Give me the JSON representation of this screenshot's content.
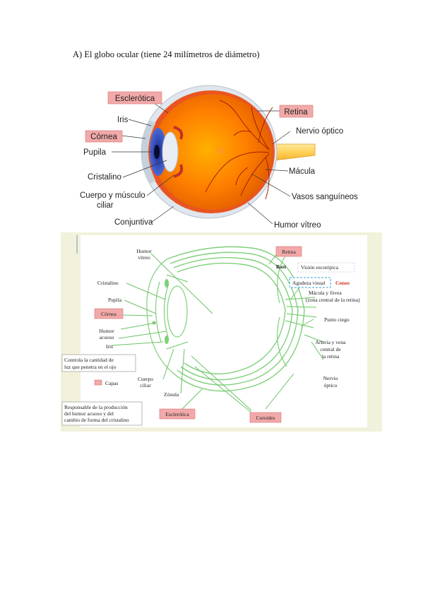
{
  "heading": "A)  El globo ocular (tiene 24 milímetros de diámetro)",
  "figure1": {
    "labels": {
      "esclerotica": "Esclerótica",
      "iris": "Iris",
      "cornea": "Córnea",
      "pupila": "Pupila",
      "cristalino": "Cristalino",
      "cuerpo_line1": "Cuerpo y músculo",
      "cuerpo_line2": "ciliar",
      "conjuntiva": "Conjuntiva",
      "retina": "Retina",
      "nervio": "Nervio óptico",
      "macula": "Mácula",
      "vasos": "Vasos sanguíneos",
      "humor": "Humor vítreo"
    },
    "colors": {
      "highlight_fill": "#f2a9a9",
      "highlight_stroke": "#d87070"
    }
  },
  "figure2": {
    "labels": {
      "humor_vitreo_1": "Humor",
      "humor_vitreo_2": "vítreo",
      "cristalino": "Cristalino",
      "pupila": "Pupila",
      "cornea": "Córnea",
      "humor_acuoso_1": "Humor",
      "humor_acuoso_2": "acuoso",
      "iris": "Iris",
      "cuerpo_1": "Cuerpo",
      "cuerpo_2": "ciliar",
      "zonula": "Zónula",
      "esclerotica": "Esclerótica",
      "coroides": "Coroides",
      "retina": "Retina",
      "bast": "Bast",
      "vision": "Visión escotópica",
      "agudeza": "Agudeza visual",
      "conos": "Conos",
      "macula_1": "Mácula y fóvea",
      "macula_2": "(zona central de la retina)",
      "punto": "Punto ciego",
      "arteria_1": "Arteria y vena",
      "arteria_2": "central de",
      "arteria_3": "la retina",
      "nervio_1": "Nervio",
      "nervio_2": "óptico"
    },
    "notes": {
      "iris_note_1": "Controla la cantidad de",
      "iris_note_2": "luz que penetra en el ojo",
      "capas": "Capas",
      "resp_1": "Responsable de la producción",
      "resp_2": "del humor acuoso y del",
      "resp_3": "cambio de forma del cristalino"
    }
  }
}
